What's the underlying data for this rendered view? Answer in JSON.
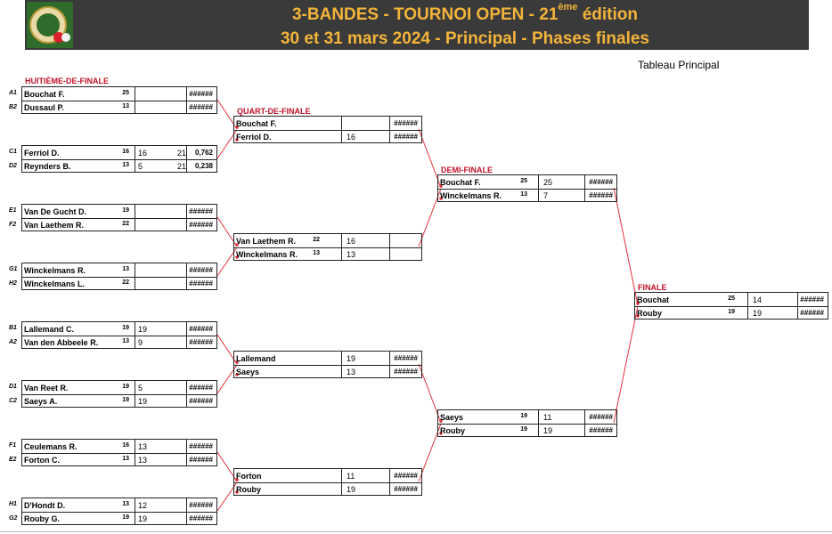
{
  "header": {
    "title_line1_prefix": "3-BANDES - TOURNOI OPEN - 21",
    "title_line1_sup": "ème",
    "title_line1_suffix": " édition",
    "title_line2": "30 et 31 mars 2024 - Principal - Phases finales"
  },
  "tableau_label": "Tableau Principal",
  "colors": {
    "header_bg": "#3a3a3a",
    "header_text": "#f4b43a",
    "round_label": "#c0112a",
    "connector": "#e0323a"
  },
  "rounds": {
    "r16": "HUITIÈME-DE-FINALE",
    "qf": "QUART-DE-FINALE",
    "sf": "DEMI-FINALE",
    "f": "FINALE"
  },
  "r16": [
    {
      "seeds": [
        "A1",
        "B2"
      ],
      "players": [
        {
          "name": "Bouchat F.",
          "hc": "25",
          "s1": "",
          "s2": "",
          "res": "######"
        },
        {
          "name": "Dussaul P.",
          "hc": "13",
          "s1": "",
          "s2": "",
          "res": "######"
        }
      ]
    },
    {
      "seeds": [
        "C1",
        "D2"
      ],
      "players": [
        {
          "name": "Ferriol D.",
          "hc": "16",
          "s1": "16",
          "s2": "21",
          "res": "0,762"
        },
        {
          "name": "Reynders B.",
          "hc": "13",
          "s1": "5",
          "s2": "21",
          "res": "0,238"
        }
      ]
    },
    {
      "seeds": [
        "E1",
        "F2"
      ],
      "players": [
        {
          "name": "Van De Gucht D.",
          "hc": "19",
          "s1": "",
          "s2": "",
          "res": "######"
        },
        {
          "name": "Van Laethem R.",
          "hc": "22",
          "s1": "",
          "s2": "",
          "res": "######"
        }
      ]
    },
    {
      "seeds": [
        "G1",
        "H2"
      ],
      "players": [
        {
          "name": "Winckelmans R.",
          "hc": "13",
          "s1": "",
          "s2": "",
          "res": "######"
        },
        {
          "name": "Winckelmans L.",
          "hc": "22",
          "s1": "",
          "s2": "",
          "res": "######"
        }
      ]
    },
    {
      "seeds": [
        "B1",
        "A2"
      ],
      "players": [
        {
          "name": "Lallemand C.",
          "hc": "19",
          "s1": "19",
          "s2": "",
          "res": "######"
        },
        {
          "name": "Van den Abbeele R.",
          "hc": "13",
          "s1": "9",
          "s2": "",
          "res": "######"
        }
      ]
    },
    {
      "seeds": [
        "D1",
        "C2"
      ],
      "players": [
        {
          "name": "Van Reet R.",
          "hc": "19",
          "s1": "5",
          "s2": "",
          "res": "######"
        },
        {
          "name": "Saeys A.",
          "hc": "19",
          "s1": "19",
          "s2": "",
          "res": "######"
        }
      ]
    },
    {
      "seeds": [
        "F1",
        "E2"
      ],
      "players": [
        {
          "name": "Ceulemans R.",
          "hc": "16",
          "s1": "13",
          "s2": "",
          "res": "######"
        },
        {
          "name": "Forton C.",
          "hc": "13",
          "s1": "13",
          "s2": "",
          "res": "######"
        }
      ]
    },
    {
      "seeds": [
        "H1",
        "G2"
      ],
      "players": [
        {
          "name": "D'Hondt D.",
          "hc": "13",
          "s1": "12",
          "s2": "",
          "res": "######"
        },
        {
          "name": "Rouby G.",
          "hc": "19",
          "s1": "19",
          "s2": "",
          "res": "######"
        }
      ]
    }
  ],
  "qf": [
    {
      "players": [
        {
          "name": "Bouchat F.",
          "hc": "",
          "s1": "",
          "res": "######"
        },
        {
          "name": "Ferriol D.",
          "hc": "",
          "s1": "16",
          "res": "######"
        }
      ]
    },
    {
      "players": [
        {
          "name": "Van Laethem R.",
          "hc": "22",
          "s1": "16",
          "res": ""
        },
        {
          "name": "Winckelmans R.",
          "hc": "13",
          "s1": "13",
          "res": ""
        }
      ]
    },
    {
      "players": [
        {
          "name": "Lallemand",
          "hc": "",
          "s1": "19",
          "res": "######"
        },
        {
          "name": "Saeys",
          "hc": "",
          "s1": "13",
          "res": "######"
        }
      ]
    },
    {
      "players": [
        {
          "name": "Forton",
          "hc": "",
          "s1": "11",
          "res": "######"
        },
        {
          "name": "Rouby",
          "hc": "",
          "s1": "19",
          "res": "######"
        }
      ]
    }
  ],
  "sf": [
    {
      "players": [
        {
          "name": "Bouchat F.",
          "hc": "25",
          "s1": "25",
          "res": "######"
        },
        {
          "name": "Winckelmans R.",
          "hc": "13",
          "s1": "7",
          "res": "######"
        }
      ]
    },
    {
      "players": [
        {
          "name": "Saeys",
          "hc": "19",
          "s1": "11",
          "res": "######"
        },
        {
          "name": "Rouby",
          "hc": "19",
          "s1": "19",
          "res": "######"
        }
      ]
    }
  ],
  "final": [
    {
      "players": [
        {
          "name": "Bouchat",
          "hc": "25",
          "s1": "14",
          "res": "######"
        },
        {
          "name": "Rouby",
          "hc": "19",
          "s1": "19",
          "res": "######"
        }
      ]
    }
  ]
}
